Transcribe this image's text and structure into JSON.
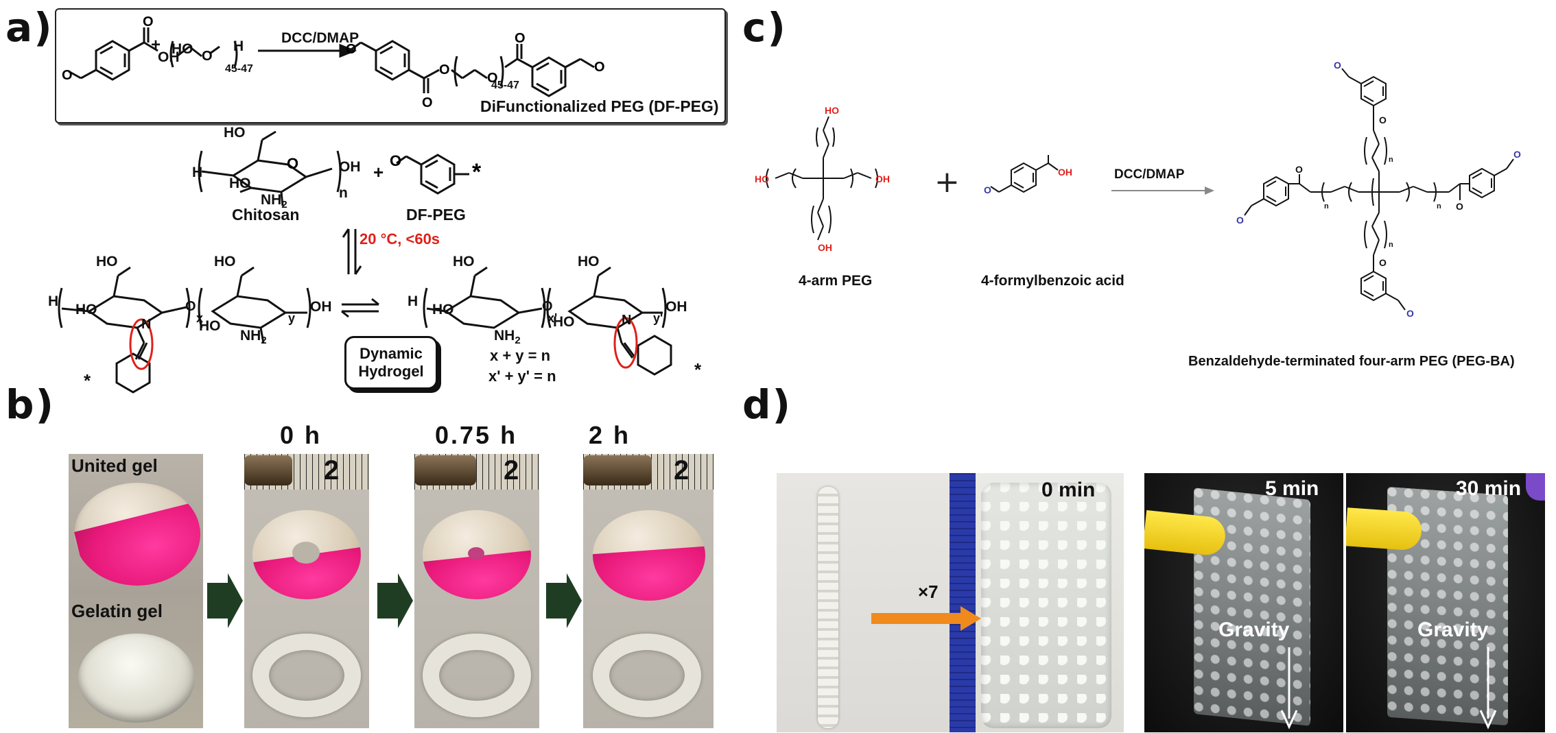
{
  "panels": {
    "a": "a)",
    "b": "b)",
    "c": "c)",
    "d": "d)"
  },
  "panel_a": {
    "reagent": "DCC/DMAP",
    "ho_label": "HO",
    "h_label": "H",
    "oh_label": "OH",
    "o_label": "O",
    "repeat_1": "45-47",
    "repeat_2": "45-47",
    "product_name": "DiFunctionalized PEG (DF-PEG)",
    "chitosan_label": "Chitosan",
    "dfpeg_label": "DF-PEG",
    "nh2": "NH",
    "sub2": "2",
    "n_label": "n",
    "condition": "20 °C, <60s",
    "hydrogel_line1": "Dynamic",
    "hydrogel_line2": "Hydrogel",
    "eq1": "x + y = n",
    "eq2": "x' + y' = n",
    "x_label": "x",
    "y_label": "y",
    "xp_label": "x'",
    "yp_label": "y'",
    "n_atom": "N",
    "star": "*"
  },
  "panel_b": {
    "times": [
      "0 h",
      "0.75 h",
      "2 h"
    ],
    "united_gel": "United gel",
    "gelatin_gel": "Gelatin gel",
    "ruler_mark": "2"
  },
  "panel_c": {
    "reactant1": "4-arm PEG",
    "reactant2": "4-formylbenzoic acid",
    "reagent": "DCC/DMAP",
    "product": "Benzaldehyde-terminated four-arm PEG (PEG-BA)",
    "plus": "+",
    "ho": "HO",
    "oh": "OH",
    "o": "O",
    "n": "n"
  },
  "panel_d": {
    "times": [
      "0 min",
      "5 min",
      "30 min"
    ],
    "multiplier": "×7",
    "gravity": "Gravity"
  },
  "colors": {
    "red_accent": "#e0201a",
    "blue_accent": "#3636a8",
    "magenta_gel": "#e8197a",
    "arrow_green": "#1f3d22",
    "orange_arrow": "#f08a1c",
    "yellow_tool": "#f2d21a"
  }
}
